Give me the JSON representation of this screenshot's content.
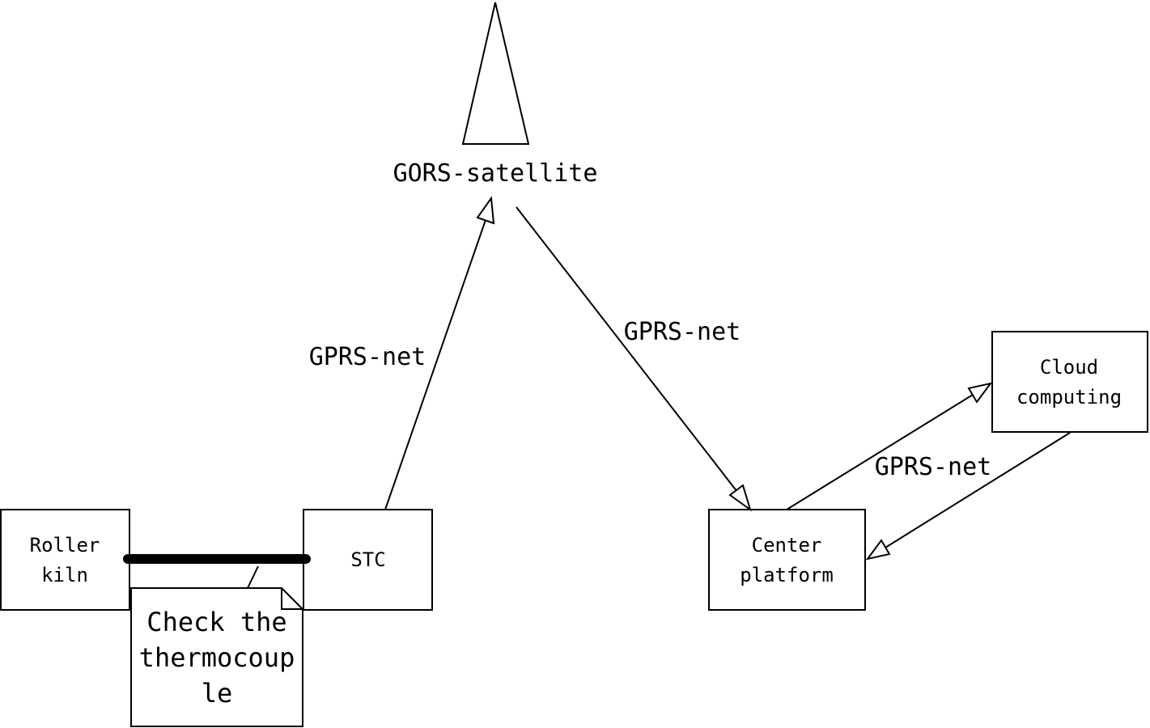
{
  "satellite": {
    "label": "GORS-satellite"
  },
  "nodes": {
    "roller_kiln": {
      "lines": [
        "Roller",
        "kiln"
      ]
    },
    "stc": {
      "lines": [
        "STC"
      ]
    },
    "center_platform": {
      "lines": [
        "Center",
        "platform"
      ]
    },
    "cloud_computing": {
      "lines": [
        "Cloud",
        "computing"
      ]
    }
  },
  "note": {
    "lines": [
      "Check the",
      "thermocoup",
      "le"
    ]
  },
  "edges": {
    "stc_to_satellite": "GPRS-net",
    "satellite_to_center": "GPRS-net",
    "center_cloud": "GPRS-net"
  }
}
